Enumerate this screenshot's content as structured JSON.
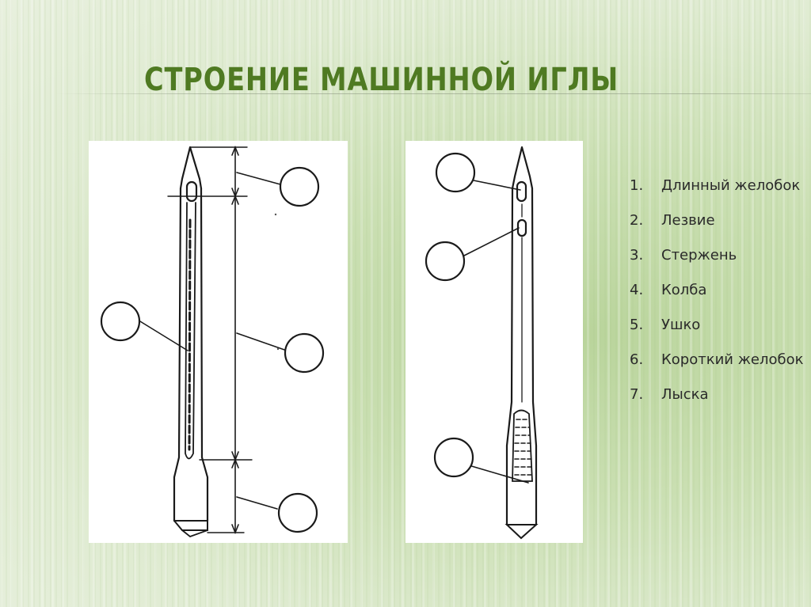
{
  "slide": {
    "title": "СТРОЕНИЕ МАШИННОЙ ИГЛЫ"
  },
  "legend": {
    "items": [
      {
        "number": "1.",
        "label": "Длинный желобок"
      },
      {
        "number": "2.",
        "label": "Лезвие"
      },
      {
        "number": "3.",
        "label": "Стержень"
      },
      {
        "number": "4.",
        "label": "Колба"
      },
      {
        "number": "5.",
        "label": "Ушко"
      },
      {
        "number": "6.",
        "label": "Короткий желобок"
      },
      {
        "number": "7.",
        "label": "Лыска"
      }
    ]
  },
  "colors": {
    "title": "#4f7a22",
    "drawing": "#1a1a1a",
    "panel": "#ffffff"
  }
}
